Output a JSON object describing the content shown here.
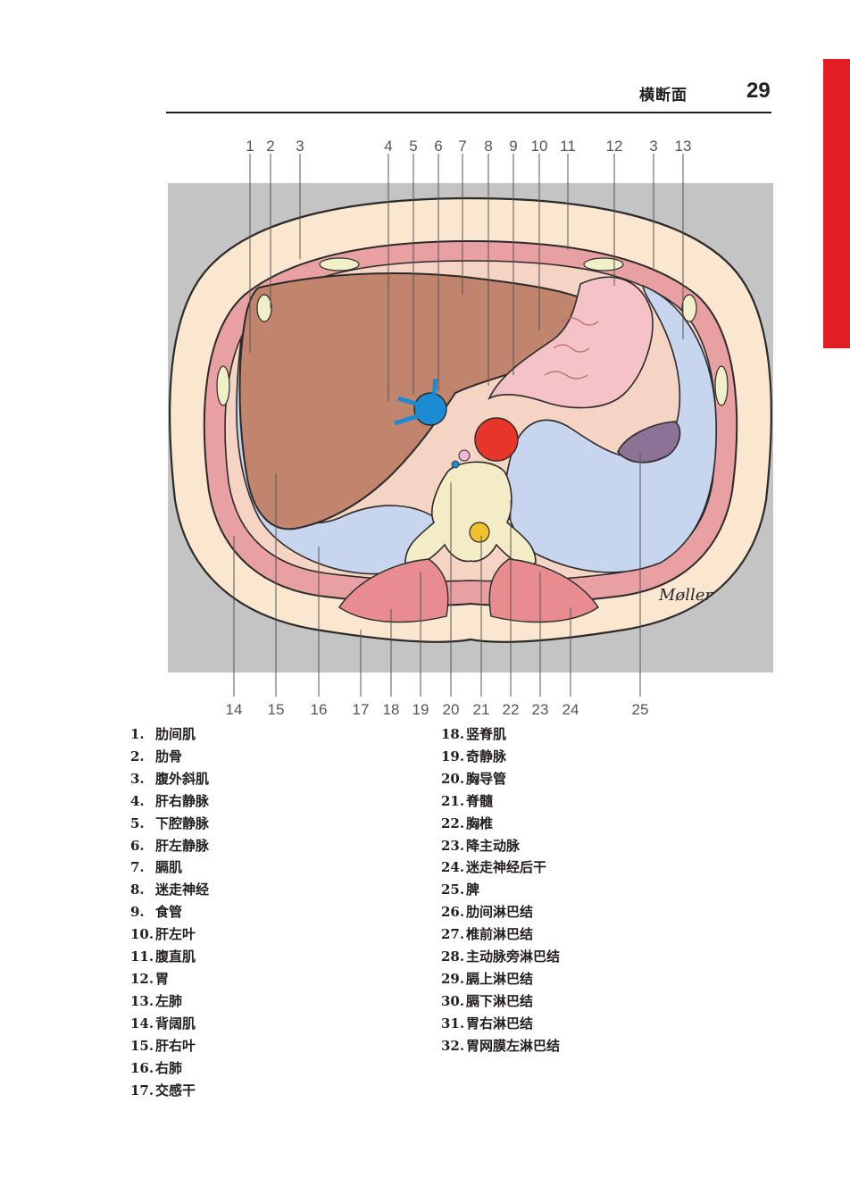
{
  "header": {
    "section_title": "横断面",
    "page_number": "29"
  },
  "colors": {
    "accent_tab": "#e31e24",
    "liver": "#c1846c",
    "lung": "#c7d6ee",
    "muscle": "#e9a0a2",
    "skin": "#fbe6d0",
    "aorta": "#e8352a",
    "vena_cava": "#1d8bd3",
    "spleen": "#8c7396",
    "background_panel": "#c4c4c4"
  },
  "figure": {
    "top_labels": [
      "1",
      "2",
      "3",
      "4",
      "5",
      "6",
      "7",
      "8",
      "9",
      "10",
      "11",
      "12",
      "3",
      "13"
    ],
    "bottom_labels": [
      "14",
      "15",
      "16",
      "17",
      "18",
      "19",
      "20",
      "21",
      "22",
      "23",
      "24",
      "25"
    ],
    "signature": "Møller"
  },
  "legend": {
    "left": [
      {
        "num": "1.",
        "text": "肋间肌"
      },
      {
        "num": "2.",
        "text": "肋骨"
      },
      {
        "num": "3.",
        "text": "腹外斜肌"
      },
      {
        "num": "4.",
        "text": "肝右静脉"
      },
      {
        "num": "5.",
        "text": "下腔静脉"
      },
      {
        "num": "6.",
        "text": "肝左静脉"
      },
      {
        "num": "7.",
        "text": "膈肌"
      },
      {
        "num": "8.",
        "text": "迷走神经"
      },
      {
        "num": "9.",
        "text": "食管"
      },
      {
        "num": "10.",
        "text": "肝左叶"
      },
      {
        "num": "11.",
        "text": "腹直肌"
      },
      {
        "num": "12.",
        "text": "胃"
      },
      {
        "num": "13.",
        "text": "左肺"
      },
      {
        "num": "14.",
        "text": "背阔肌"
      },
      {
        "num": "15.",
        "text": "肝右叶"
      },
      {
        "num": "16.",
        "text": "右肺"
      },
      {
        "num": "17.",
        "text": "交感干"
      }
    ],
    "right": [
      {
        "num": "18.",
        "text": "竖脊肌"
      },
      {
        "num": "19.",
        "text": "奇静脉"
      },
      {
        "num": "20.",
        "text": "胸导管"
      },
      {
        "num": "21.",
        "text": "脊髓"
      },
      {
        "num": "22.",
        "text": "胸椎"
      },
      {
        "num": "23.",
        "text": "降主动脉"
      },
      {
        "num": "24.",
        "text": "迷走神经后干"
      },
      {
        "num": "25.",
        "text": "脾"
      },
      {
        "num": "26.",
        "text": "肋间淋巴结"
      },
      {
        "num": "27.",
        "text": "椎前淋巴结"
      },
      {
        "num": "28.",
        "text": "主动脉旁淋巴结"
      },
      {
        "num": "29.",
        "text": "膈上淋巴结"
      },
      {
        "num": "30.",
        "text": "膈下淋巴结"
      },
      {
        "num": "31.",
        "text": "胃右淋巴结"
      },
      {
        "num": "32.",
        "text": "胃网膜左淋巴结"
      }
    ]
  }
}
